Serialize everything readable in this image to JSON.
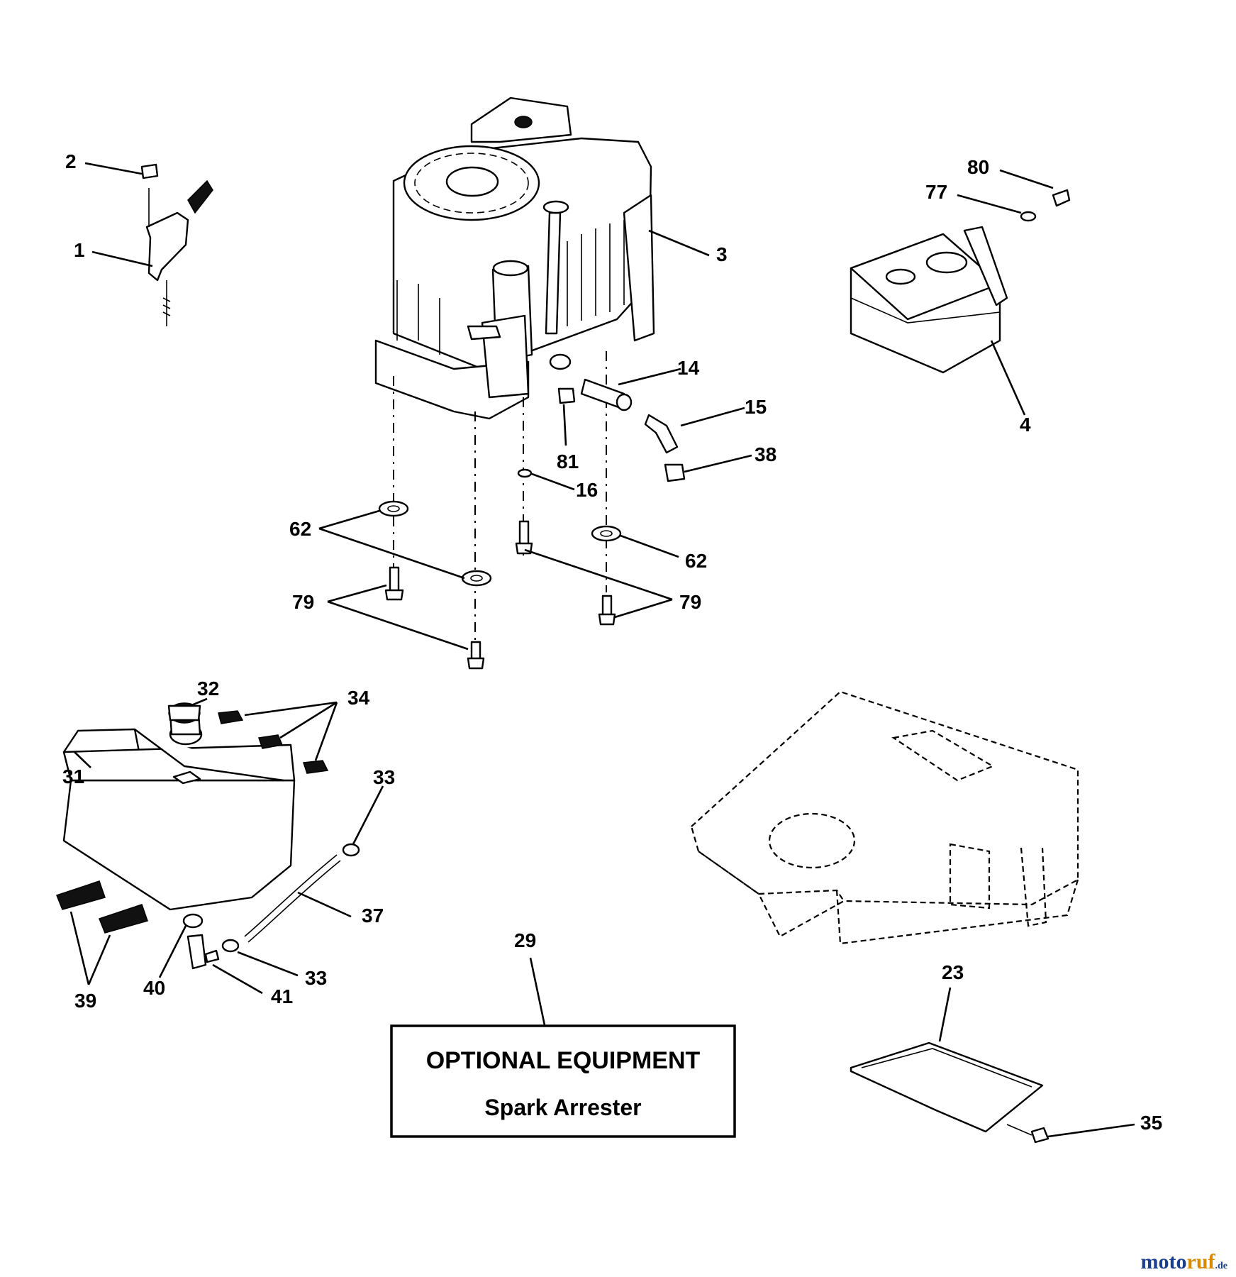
{
  "labels": {
    "p1": "1",
    "p2": "2",
    "p3": "3",
    "p4": "4",
    "p14": "14",
    "p15": "15",
    "p16": "16",
    "p23": "23",
    "p29": "29",
    "p31": "31",
    "p32": "32",
    "p33a": "33",
    "p33b": "33",
    "p34": "34",
    "p35": "35",
    "p37": "37",
    "p38": "38",
    "p39": "39",
    "p40": "40",
    "p41": "41",
    "p62a": "62",
    "p62b": "62",
    "p77": "77",
    "p79a": "79",
    "p79b": "79",
    "p80": "80",
    "p81": "81"
  },
  "optional_box": {
    "heading": "OPTIONAL EQUIPMENT",
    "subheading": "Spark Arrester"
  },
  "watermark": {
    "part1": "moto",
    "part2": "ruf",
    "part3": ".de"
  }
}
